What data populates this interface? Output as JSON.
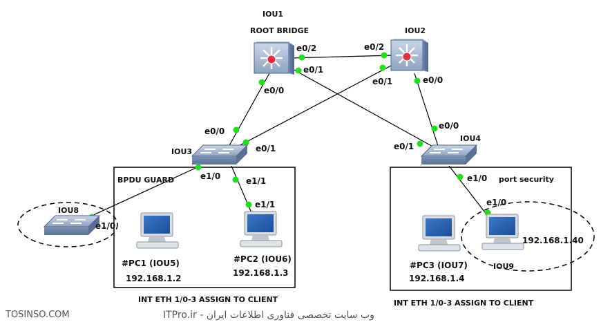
{
  "devices": {
    "iou1": {
      "name": "IOU1",
      "role": "ROOT BRIDGE"
    },
    "iou2": {
      "name": "IOU2"
    },
    "iou3": {
      "name": "IOU3"
    },
    "iou4": {
      "name": "IOU4"
    },
    "iou8": {
      "name": "IOU8"
    },
    "iou9": {
      "name": "IOU9"
    }
  },
  "ports": {
    "iou1_e0_2": "e0/2",
    "iou1_e0_1": "e0/1",
    "iou1_e0_0": "e0/0",
    "iou2_e0_2": "e0/2",
    "iou2_e0_1": "e0/1",
    "iou2_e0_0": "e0/0",
    "iou3_e0_0": "e0/0",
    "iou3_e0_1": "e0/1",
    "iou3_e1_0": "e1/0",
    "iou3_e1_1": "e1/1",
    "iou4_e0_0": "e0/0",
    "iou4_e0_1": "e0/1",
    "iou4_e1_0": "e1/0",
    "iou8_e1_0": "e1/0",
    "pc2_e1_1": "e1/1",
    "iou9_e1_0": "e1/0"
  },
  "zones": {
    "left_box_label": "BPDU GUARD",
    "right_box_label": "port security",
    "left_caption": "INT ETH 1/0-3 ASSIGN TO CLIENT",
    "right_caption": "INT ETH 1/0-3 ASSIGN TO CLIENT"
  },
  "hosts": {
    "pc1": {
      "name": "#PC1 (IOU5)",
      "ip": "192.168.1.2"
    },
    "pc2": {
      "name": "#PC2 (IOU6)",
      "ip": "192.168.1.3"
    },
    "pc3": {
      "name": "#PC3 (IOU7)",
      "ip": "192.168.1.4"
    },
    "iou9_ip": "192.168.1.40"
  },
  "watermarks": {
    "left": "TOSINSO.COM",
    "right": "ITPro.ir - وب سایت تخصصی فناوری اطلاعات ایران"
  },
  "colors": {
    "link_dot": "#22dd22",
    "switch_face": "#8fa5c3",
    "router_red": "#e03040"
  }
}
